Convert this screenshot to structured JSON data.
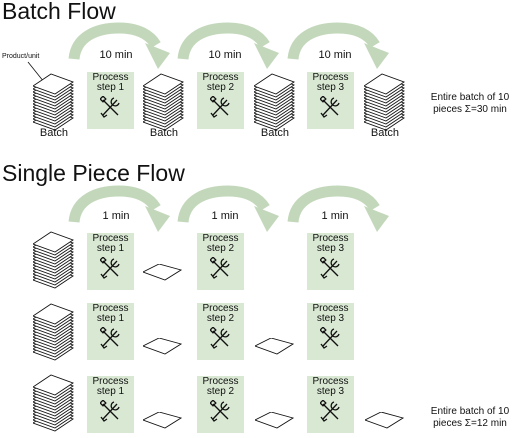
{
  "batch_flow": {
    "title": "Batch Flow",
    "product_label": "Product/unit",
    "times": [
      "10 min",
      "10 min",
      "10 min"
    ],
    "steps": [
      {
        "line1": "Process",
        "line2": "step 1"
      },
      {
        "line1": "Process",
        "line2": "step 2"
      },
      {
        "line1": "Process",
        "line2": "step 3"
      }
    ],
    "batch_labels": [
      "Batch",
      "Batch",
      "Batch",
      "Batch"
    ],
    "summary_line1": "Entire batch of 10",
    "summary_line2": "pieces Σ=30 min"
  },
  "single_piece_flow": {
    "title": "Single Piece Flow",
    "times": [
      "1 min",
      "1 min",
      "1 min"
    ],
    "steps": [
      {
        "line1": "Process",
        "line2": "step 1"
      },
      {
        "line1": "Process",
        "line2": "step 2"
      },
      {
        "line1": "Process",
        "line2": "step 3"
      }
    ],
    "summary_line1": "Entire batch of 10",
    "summary_line2": "pieces Σ=12 min"
  },
  "colors": {
    "process_box": "#d9e8d3",
    "arrow": "#c3d8bb",
    "ink": "#111111"
  },
  "icons": {
    "process_tool": "wrench-screwdriver-icon"
  }
}
